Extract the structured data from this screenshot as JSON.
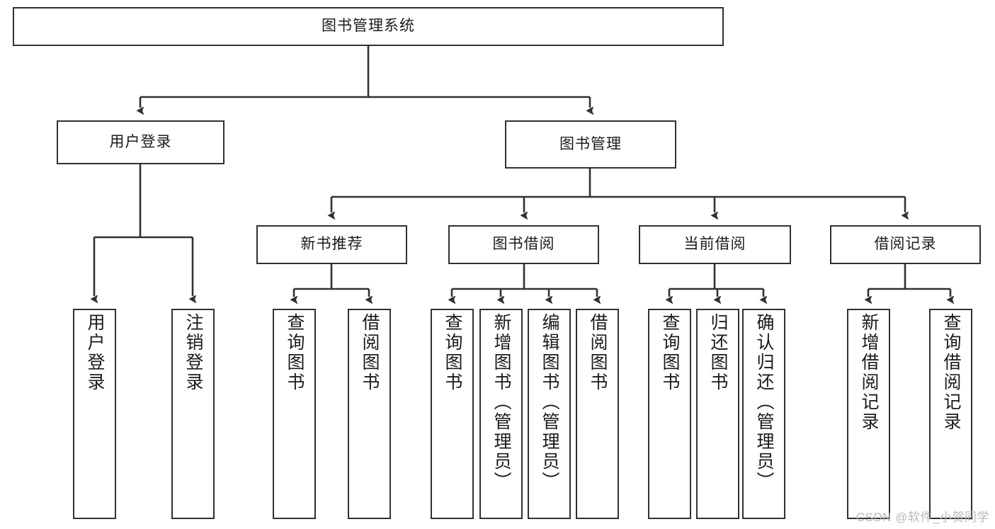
{
  "diagram": {
    "type": "tree",
    "title": "图书管理系统",
    "root": {
      "id": "root",
      "label": "图书管理系统"
    },
    "level1": [
      {
        "id": "user-login",
        "label": "用户登录"
      },
      {
        "id": "book-manage",
        "label": "图书管理"
      }
    ],
    "level2": [
      {
        "id": "new-book-recommend",
        "label": "新书推荐",
        "parent": "book-manage"
      },
      {
        "id": "book-borrow",
        "label": "图书借阅",
        "parent": "book-manage"
      },
      {
        "id": "current-borrow",
        "label": "当前借阅",
        "parent": "book-manage"
      },
      {
        "id": "borrow-record",
        "label": "借阅记录",
        "parent": "book-manage"
      }
    ],
    "leaves": [
      {
        "id": "leaf-user-login",
        "label": "用户登录",
        "parent": "user-login"
      },
      {
        "id": "leaf-logout",
        "label": "注销登录",
        "parent": "user-login"
      },
      {
        "id": "leaf-query-book-1",
        "label": "查询图书",
        "parent": "new-book-recommend"
      },
      {
        "id": "leaf-borrow-book-1",
        "label": "借阅图书",
        "parent": "new-book-recommend"
      },
      {
        "id": "leaf-query-book-2",
        "label": "查询图书",
        "parent": "book-borrow"
      },
      {
        "id": "leaf-add-book",
        "label": "新增图书（管理员）",
        "parent": "book-borrow"
      },
      {
        "id": "leaf-edit-book",
        "label": "编辑图书（管理员）",
        "parent": "book-borrow"
      },
      {
        "id": "leaf-borrow-book-2",
        "label": "借阅图书",
        "parent": "book-borrow"
      },
      {
        "id": "leaf-query-book-3",
        "label": "查询图书",
        "parent": "current-borrow"
      },
      {
        "id": "leaf-return-book",
        "label": "归还图书",
        "parent": "current-borrow"
      },
      {
        "id": "leaf-confirm-return",
        "label": "确认归还（管理员）",
        "parent": "current-borrow"
      },
      {
        "id": "leaf-add-record",
        "label": "新增借阅记录",
        "parent": "borrow-record"
      },
      {
        "id": "leaf-query-record",
        "label": "查询借阅记录",
        "parent": "borrow-record"
      }
    ],
    "colors": {
      "stroke": "#32312f",
      "fill": "#ffffff",
      "text": "#1b1b1b",
      "watermark": "#b9b9b9"
    }
  },
  "watermark": {
    "text": "CSDN @软件_小贺同学"
  }
}
